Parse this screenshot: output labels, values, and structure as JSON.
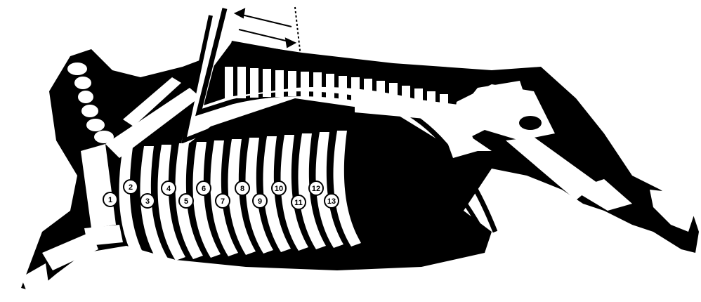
{
  "diagram": {
    "subject": "carcass-skeleton-rib-numbering",
    "rib_labels": [
      "1",
      "2",
      "3",
      "4",
      "5",
      "6",
      "7",
      "8",
      "9",
      "10",
      "11",
      "12",
      "13"
    ],
    "colors": {
      "body_fill": "#000000",
      "bone_fill": "#ffffff",
      "background": "#ffffff"
    },
    "icons": {
      "measure_arrow": "double-arrow-icon",
      "cut_line": "dotted-line-icon"
    }
  }
}
